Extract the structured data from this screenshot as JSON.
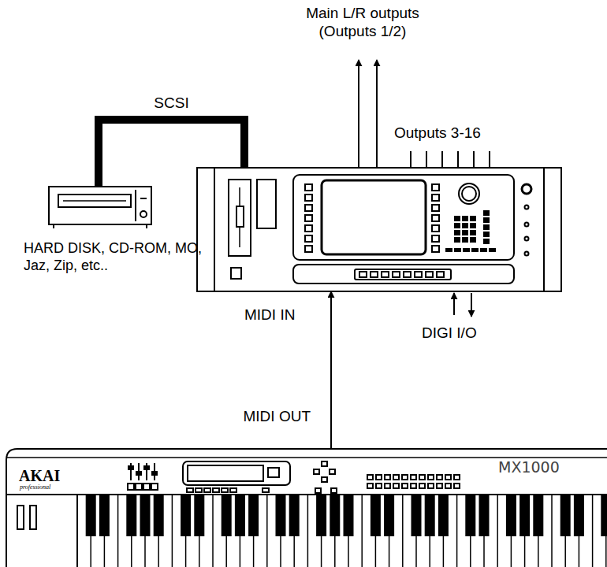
{
  "diagram": {
    "nodes": [
      {
        "text": [
          "HARD DISK, CD-ROM, MO, Jaz, Zip, etc.."
        ]
      },
      {
        "text": [
          "MIDI IN"
        ]
      },
      {
        "text": [
          "AKAI",
          "professional",
          "MX1000"
        ]
      }
    ],
    "edges": [
      {
        "from": 0,
        "to": 1,
        "arrow": "none",
        "label": "SCSI"
      },
      {
        "from": 2,
        "to": 1,
        "arrow": "to",
        "label": "MIDI OUT"
      }
    ],
    "labels": [
      "Main L/R outputs (Outputs 1/2)",
      "Outputs 3-16",
      "DIGI I/O"
    ]
  }
}
